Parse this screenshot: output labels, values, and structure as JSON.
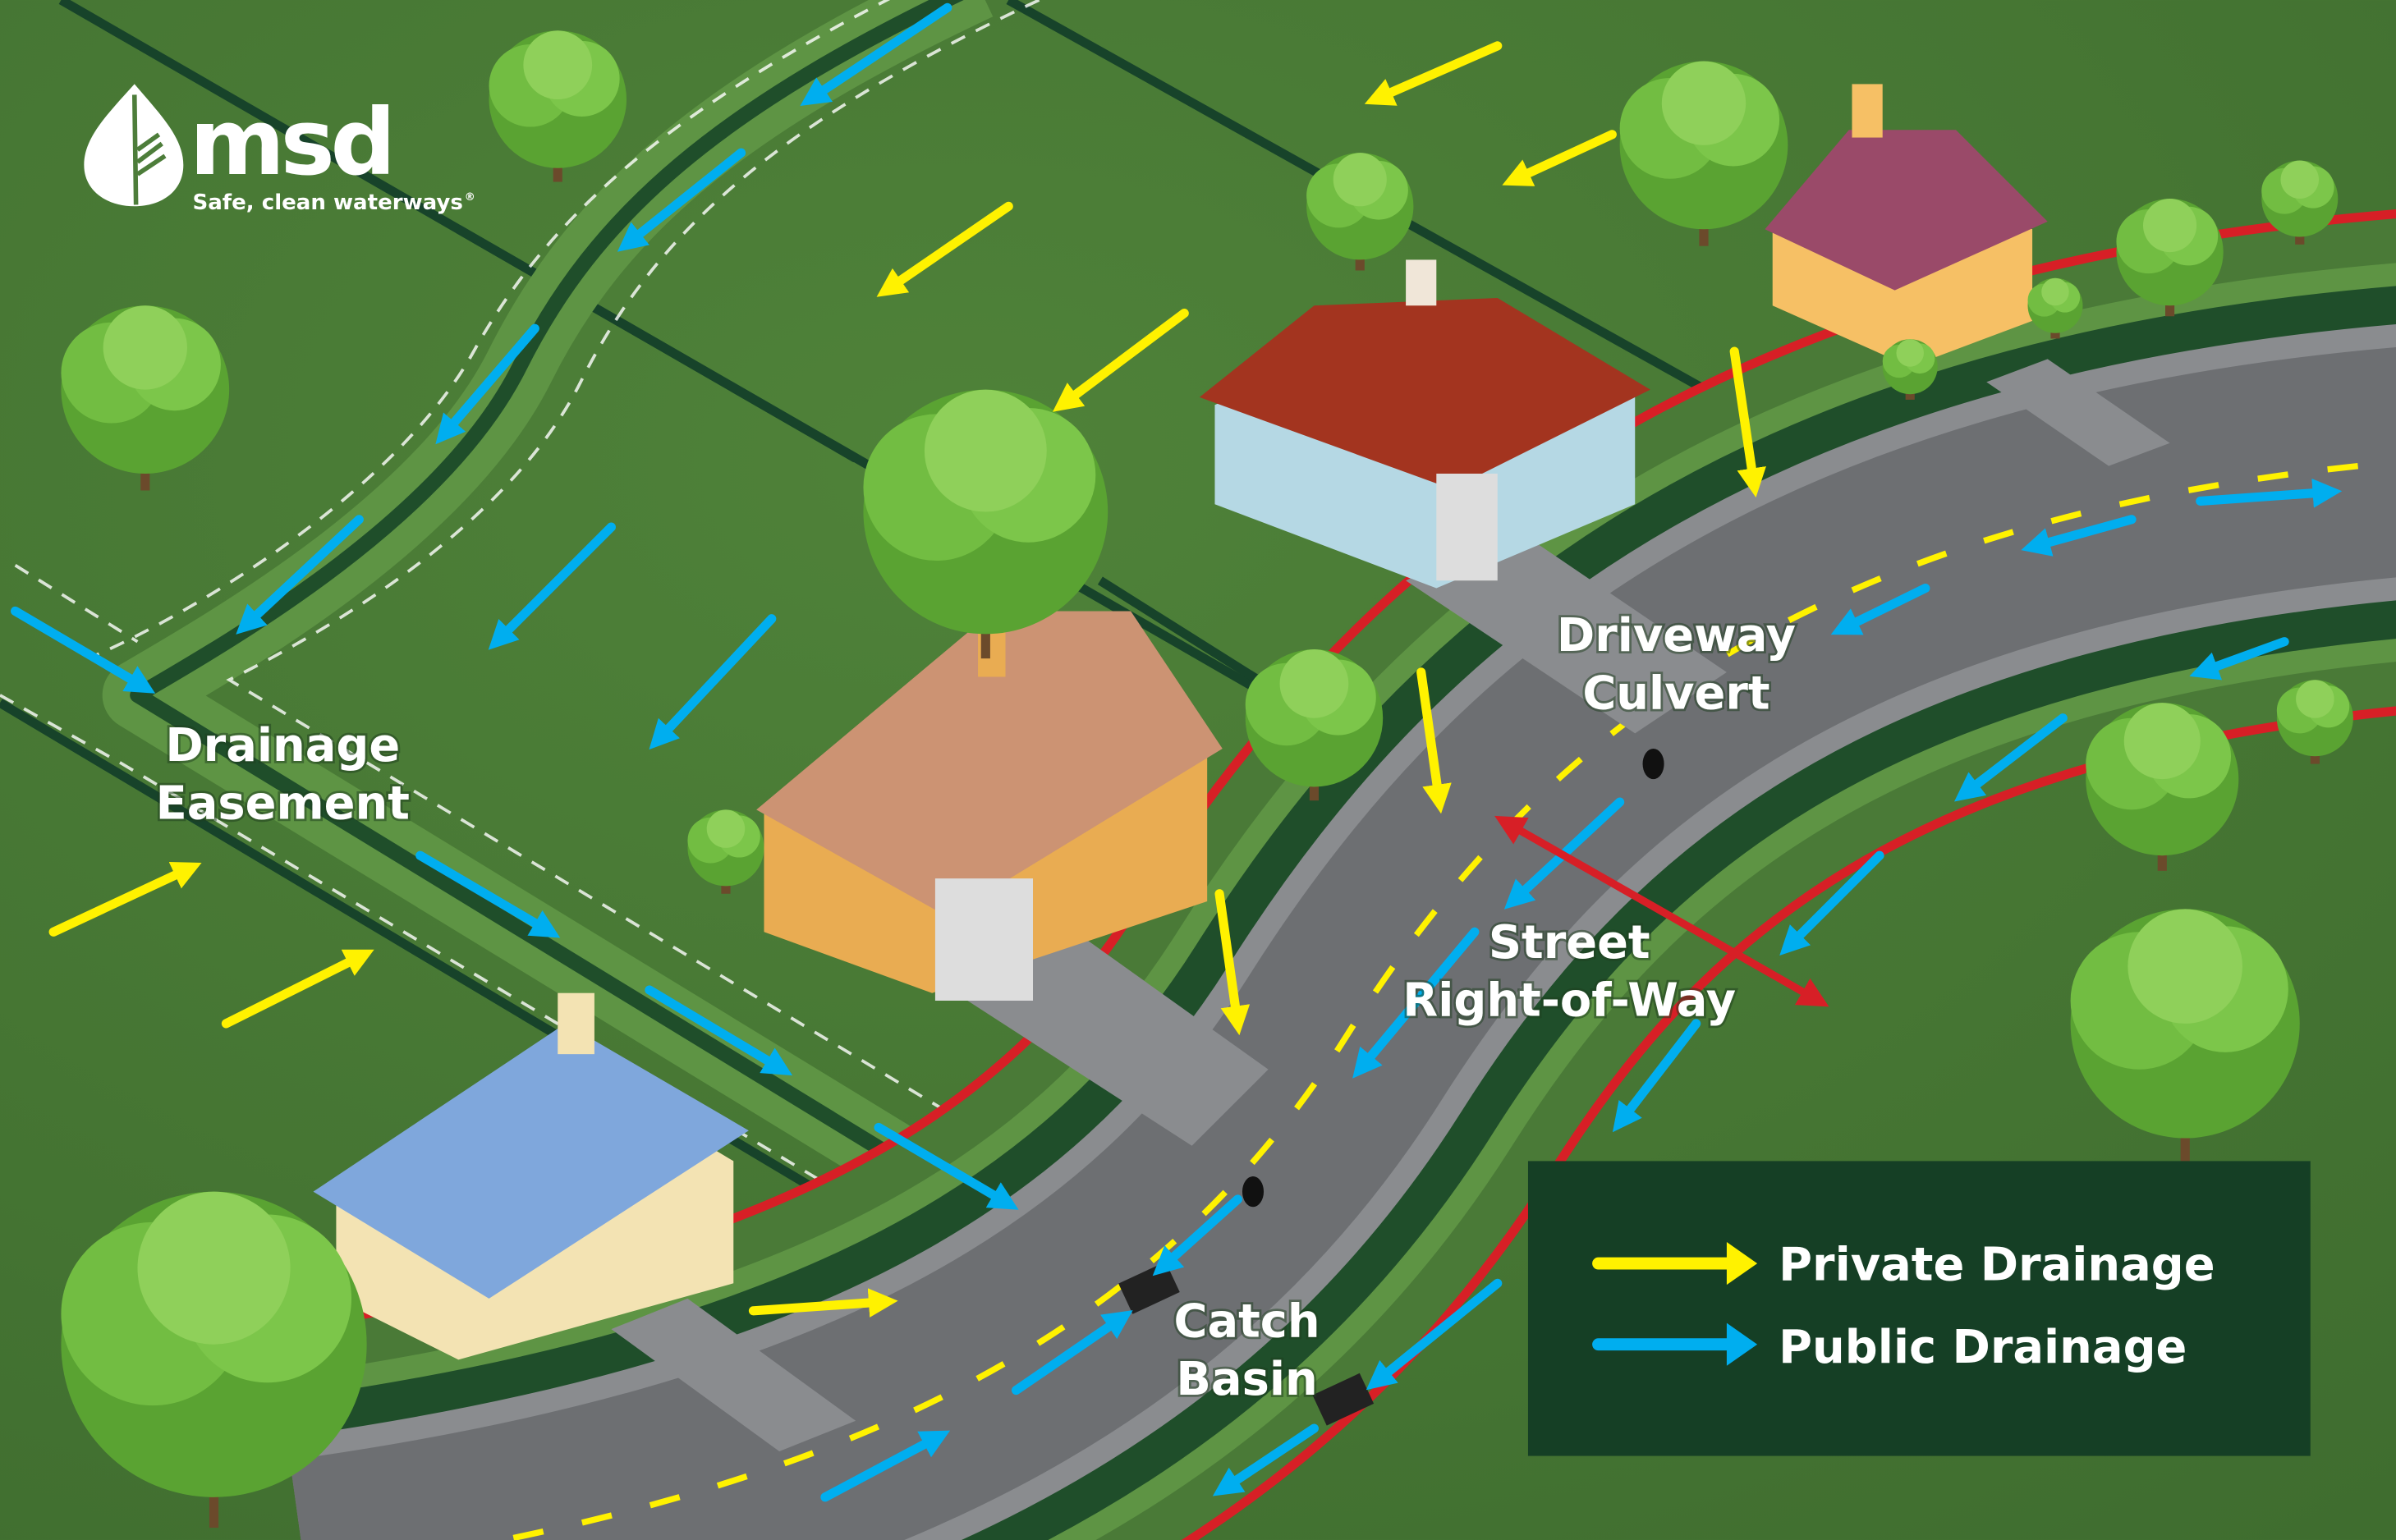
{
  "logo": {
    "brand": "msd",
    "tagline": "Safe, clean waterways",
    "registered": "®"
  },
  "labels": {
    "drainage_easement": [
      "Drainage",
      "Easement"
    ],
    "driveway_culvert": [
      "Driveway",
      "Culvert"
    ],
    "street_right_of_way": [
      "Street",
      "Right-of-Way"
    ],
    "catch_basin": [
      "Catch",
      "Basin"
    ]
  },
  "legend": {
    "items": [
      {
        "label": "Private Drainage",
        "color": "#fff200"
      },
      {
        "label": "Public Drainage",
        "color": "#00aeef"
      }
    ],
    "background": "#153f25"
  },
  "colors": {
    "grass": "#4d7d3a",
    "road": "#8a8c8f",
    "row_line": "#d71f26",
    "easement": "#5e9444"
  }
}
